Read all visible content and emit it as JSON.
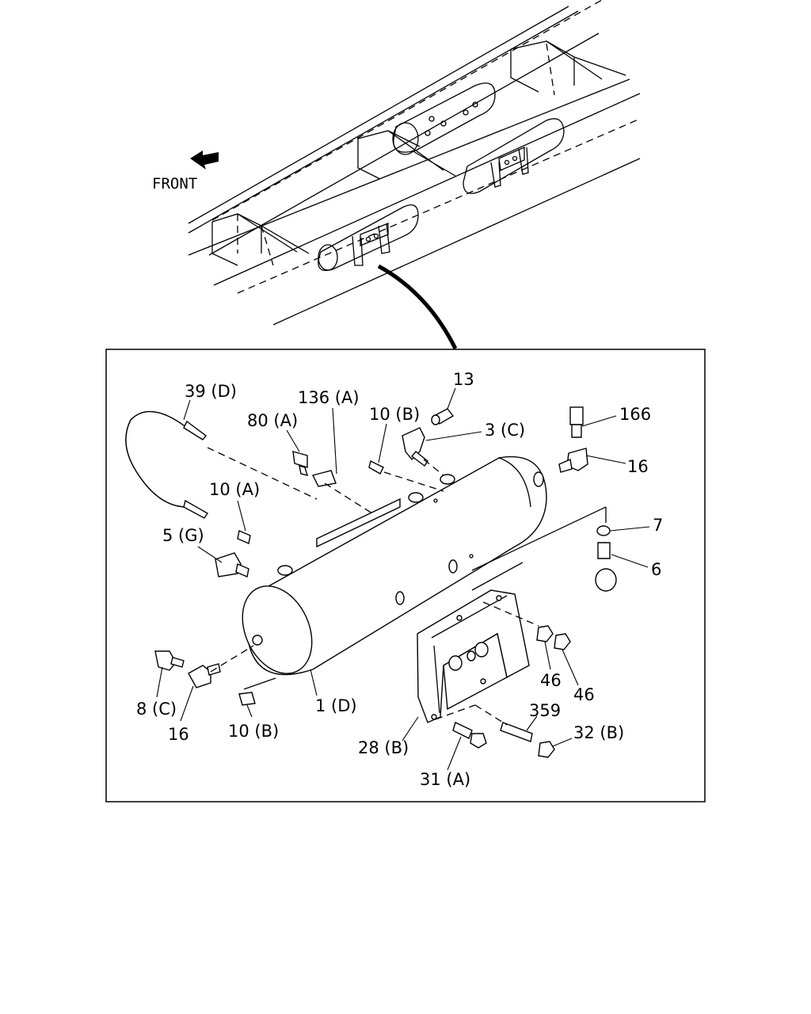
{
  "direction_label": "FRONT",
  "callouts": [
    {
      "id": "c39d",
      "text": "39 (D)"
    },
    {
      "id": "c136a",
      "text": "136 (A)"
    },
    {
      "id": "c80a",
      "text": "80 (A)"
    },
    {
      "id": "c13",
      "text": "13"
    },
    {
      "id": "c10b_top",
      "text": "10 (B)"
    },
    {
      "id": "c3c",
      "text": "3 (C)"
    },
    {
      "id": "c166",
      "text": "166"
    },
    {
      "id": "c16_right",
      "text": "16"
    },
    {
      "id": "c10a",
      "text": "10 (A)"
    },
    {
      "id": "c7",
      "text": "7"
    },
    {
      "id": "c5g",
      "text": "5 (G)"
    },
    {
      "id": "c6",
      "text": "6"
    },
    {
      "id": "c46a",
      "text": "46"
    },
    {
      "id": "c46b",
      "text": "46"
    },
    {
      "id": "c8c",
      "text": "8 (C)"
    },
    {
      "id": "c1d",
      "text": "1 (D)"
    },
    {
      "id": "c359",
      "text": "359"
    },
    {
      "id": "c16_left",
      "text": "16"
    },
    {
      "id": "c10b_bot",
      "text": "10 (B)"
    },
    {
      "id": "c28b",
      "text": "28 (B)"
    },
    {
      "id": "c32b",
      "text": "32 (B)"
    },
    {
      "id": "c31a",
      "text": "31 (A)"
    }
  ]
}
